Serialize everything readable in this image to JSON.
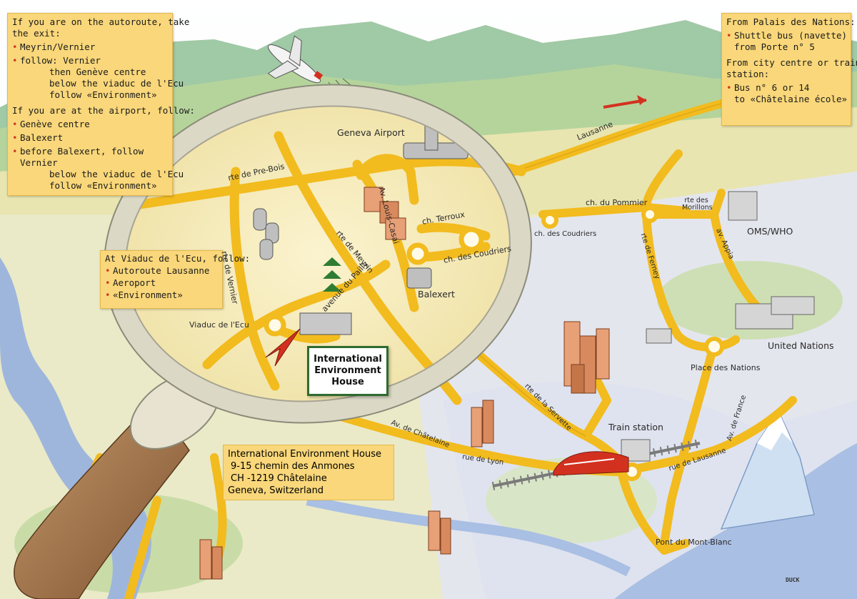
{
  "panels": {
    "autoroute": {
      "intro": [
        "If you are on the autoroute, take",
        "the exit:"
      ],
      "items": [
        "Meyrin/Vernier",
        "follow: Vernier"
      ],
      "follow_sub": [
        "then Genève centre",
        "below the viaduc de l'Ecu",
        "follow «Environment»"
      ],
      "airport_intro": "If you are at the airport, follow:",
      "airport_items": [
        "Genève centre",
        "Balexert",
        "before Balexert, follow Vernier"
      ],
      "airport_sub": [
        "below the viaduc de l'Ecu",
        "follow «Environment»"
      ]
    },
    "viaduc": {
      "intro": "At Viaduc de l'Ecu, follow:",
      "items": [
        "Autoroute Lausanne",
        "Aeroport",
        "«Environment»"
      ]
    },
    "transport": {
      "palais_intro": "From Palais des Nations:",
      "palais_item": [
        "Shuttle bus (navette)",
        "from Porte n° 5"
      ],
      "city_intro": [
        "From city centre or train",
        "station:"
      ],
      "city_item": [
        "Bus n° 6 or 14",
        "to «Châtelaine école»"
      ]
    }
  },
  "address": {
    "line1": "International Environment House",
    "line2": "9-15 chemin des Anmones",
    "line3": "CH -1219 Châtelaine",
    "line4": "Geneva, Switzerland"
  },
  "ieh_box": [
    "International",
    "Environment",
    "House"
  ],
  "labels": {
    "geneva_airport": "Geneva Airport",
    "rte_pre_bois": "rte de Pre-Bois",
    "av_louis_casai": "Av. Louis-Casai",
    "ch_terroux": "ch. Terroux",
    "rte_meyrin": "rte de Meyrin",
    "ch_coudriers_in": "ch. des Coudriers",
    "balexert": "Balexert",
    "rte_vernier": "rte de Vernier",
    "avenue_pailly": "avenue du Pailly",
    "viaduc_ecu": "Viaduc de l'Ecu",
    "lausanne": "Lausanne",
    "ch_pommier": "ch. du Pommier",
    "rte_morillons": "rte des Morillons",
    "ch_coudriers_out": "ch. des Coudriers",
    "oms_who": "OMS/WHO",
    "av_appia": "av. Appia",
    "rte_ferney": "rte de Ferney",
    "united_nations": "United Nations",
    "place_nations": "Place des Nations",
    "train_station": "Train station",
    "rte_servette": "rte de la Servette",
    "av_chatelaine": "Av. de Châtelaine",
    "rue_lyon": "rue de Lyon",
    "rue_lausanne": "rue de Lausanne",
    "av_france": "Av. de France",
    "pont_mont_blanc": "Pont du Mont-Blanc"
  },
  "signature": "DUCK",
  "colors": {
    "road": "#f2bb1e",
    "road_edge": "#c98d0c",
    "panel": "#f9d77a",
    "bullet": "#d23a22",
    "water": "#9fb6dc",
    "hills": "#7fb38a",
    "box_border": "#2f6b2f"
  }
}
